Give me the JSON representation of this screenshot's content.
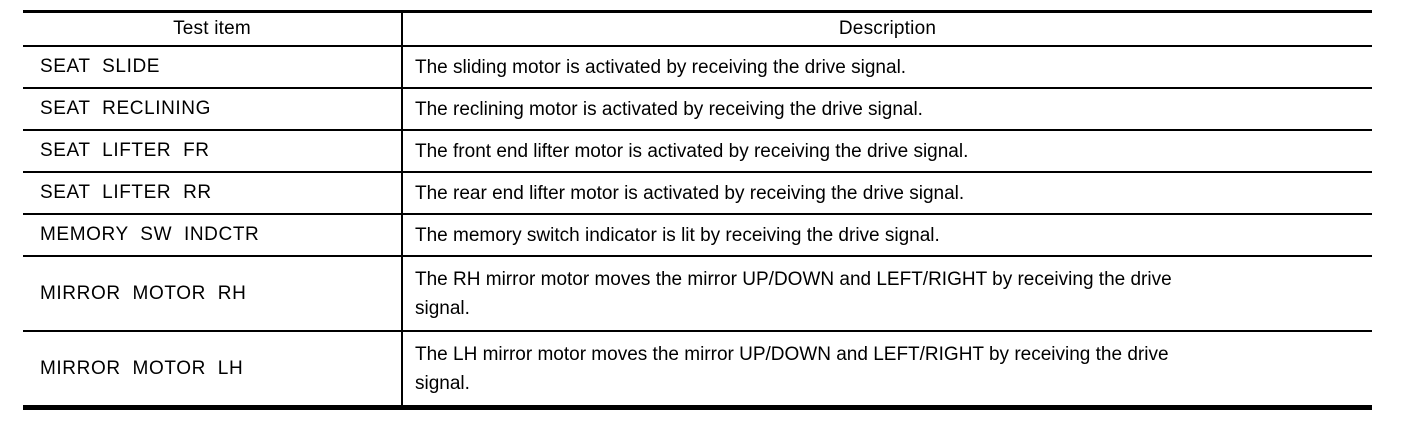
{
  "colors": {
    "background": "#ffffff",
    "border": "#000000",
    "text": "#000000"
  },
  "table": {
    "columns": {
      "test_item": "Test item",
      "description": "Description"
    },
    "rows": [
      {
        "item": "SEAT SLIDE",
        "desc": "The sliding motor is activated by receiving the drive signal."
      },
      {
        "item": "SEAT RECLINING",
        "desc": "The reclining motor is activated by receiving the drive signal."
      },
      {
        "item": "SEAT LIFTER FR",
        "desc": "The front end lifter motor is activated by receiving the drive signal."
      },
      {
        "item": "SEAT LIFTER RR",
        "desc": "The rear end lifter motor is activated by receiving the drive signal."
      },
      {
        "item": "MEMORY SW INDCTR",
        "desc": "The memory switch indicator is lit by receiving the drive signal."
      },
      {
        "item": "MIRROR MOTOR RH",
        "desc": "The RH mirror motor moves the mirror UP/DOWN and LEFT/RIGHT by receiving the drive\nsignal."
      },
      {
        "item": "MIRROR MOTOR LH",
        "desc": "The LH mirror motor moves the mirror UP/DOWN and LEFT/RIGHT by receiving the drive\nsignal."
      }
    ]
  }
}
